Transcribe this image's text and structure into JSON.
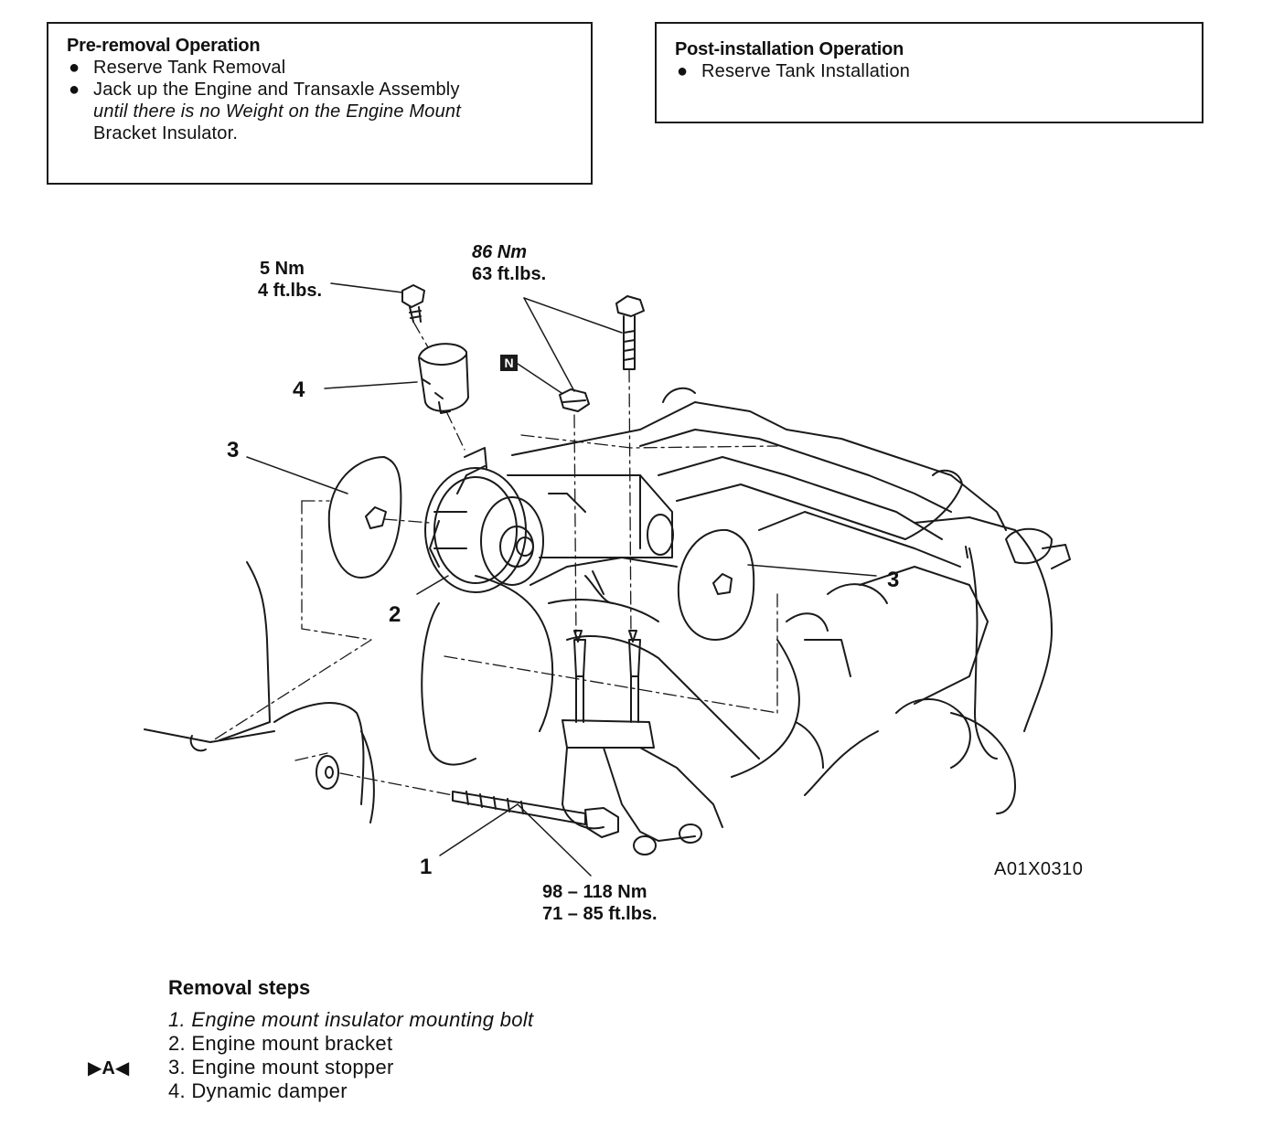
{
  "pre_removal": {
    "title": "Pre-removal Operation",
    "items": [
      {
        "text": "Reserve Tank Removal"
      },
      {
        "text_line1": "Jack up the Engine and Transaxle Assembly",
        "text_line2": "until there is no Weight on the Engine Mount",
        "text_line3": "Bracket Insulator."
      }
    ]
  },
  "post_installation": {
    "title": "Post-installation Operation",
    "items": [
      {
        "text": "Reserve Tank Installation"
      }
    ]
  },
  "bullet": "●",
  "torque_labels": {
    "damper_bolt": {
      "nm": "5 Nm",
      "ftlbs": "4 ft.lbs."
    },
    "bracket_bolts": {
      "nm": "86 Nm",
      "ftlbs": "63 ft.lbs."
    },
    "insulator_bolt": {
      "nm": "98 – 118 Nm",
      "ftlbs": "71 – 85 ft.lbs."
    }
  },
  "nut_badge": "N",
  "callouts": {
    "c1": "1",
    "c2": "2",
    "c3a": "3",
    "c3b": "3",
    "c4": "4"
  },
  "figure_code": "A01X0310",
  "removal_steps": {
    "title": "Removal steps",
    "marker": "▶A◀",
    "steps": [
      "1. Engine mount insulator mounting bolt",
      "2. Engine mount bracket",
      "3. Engine mount stopper",
      "4. Dynamic damper"
    ]
  }
}
